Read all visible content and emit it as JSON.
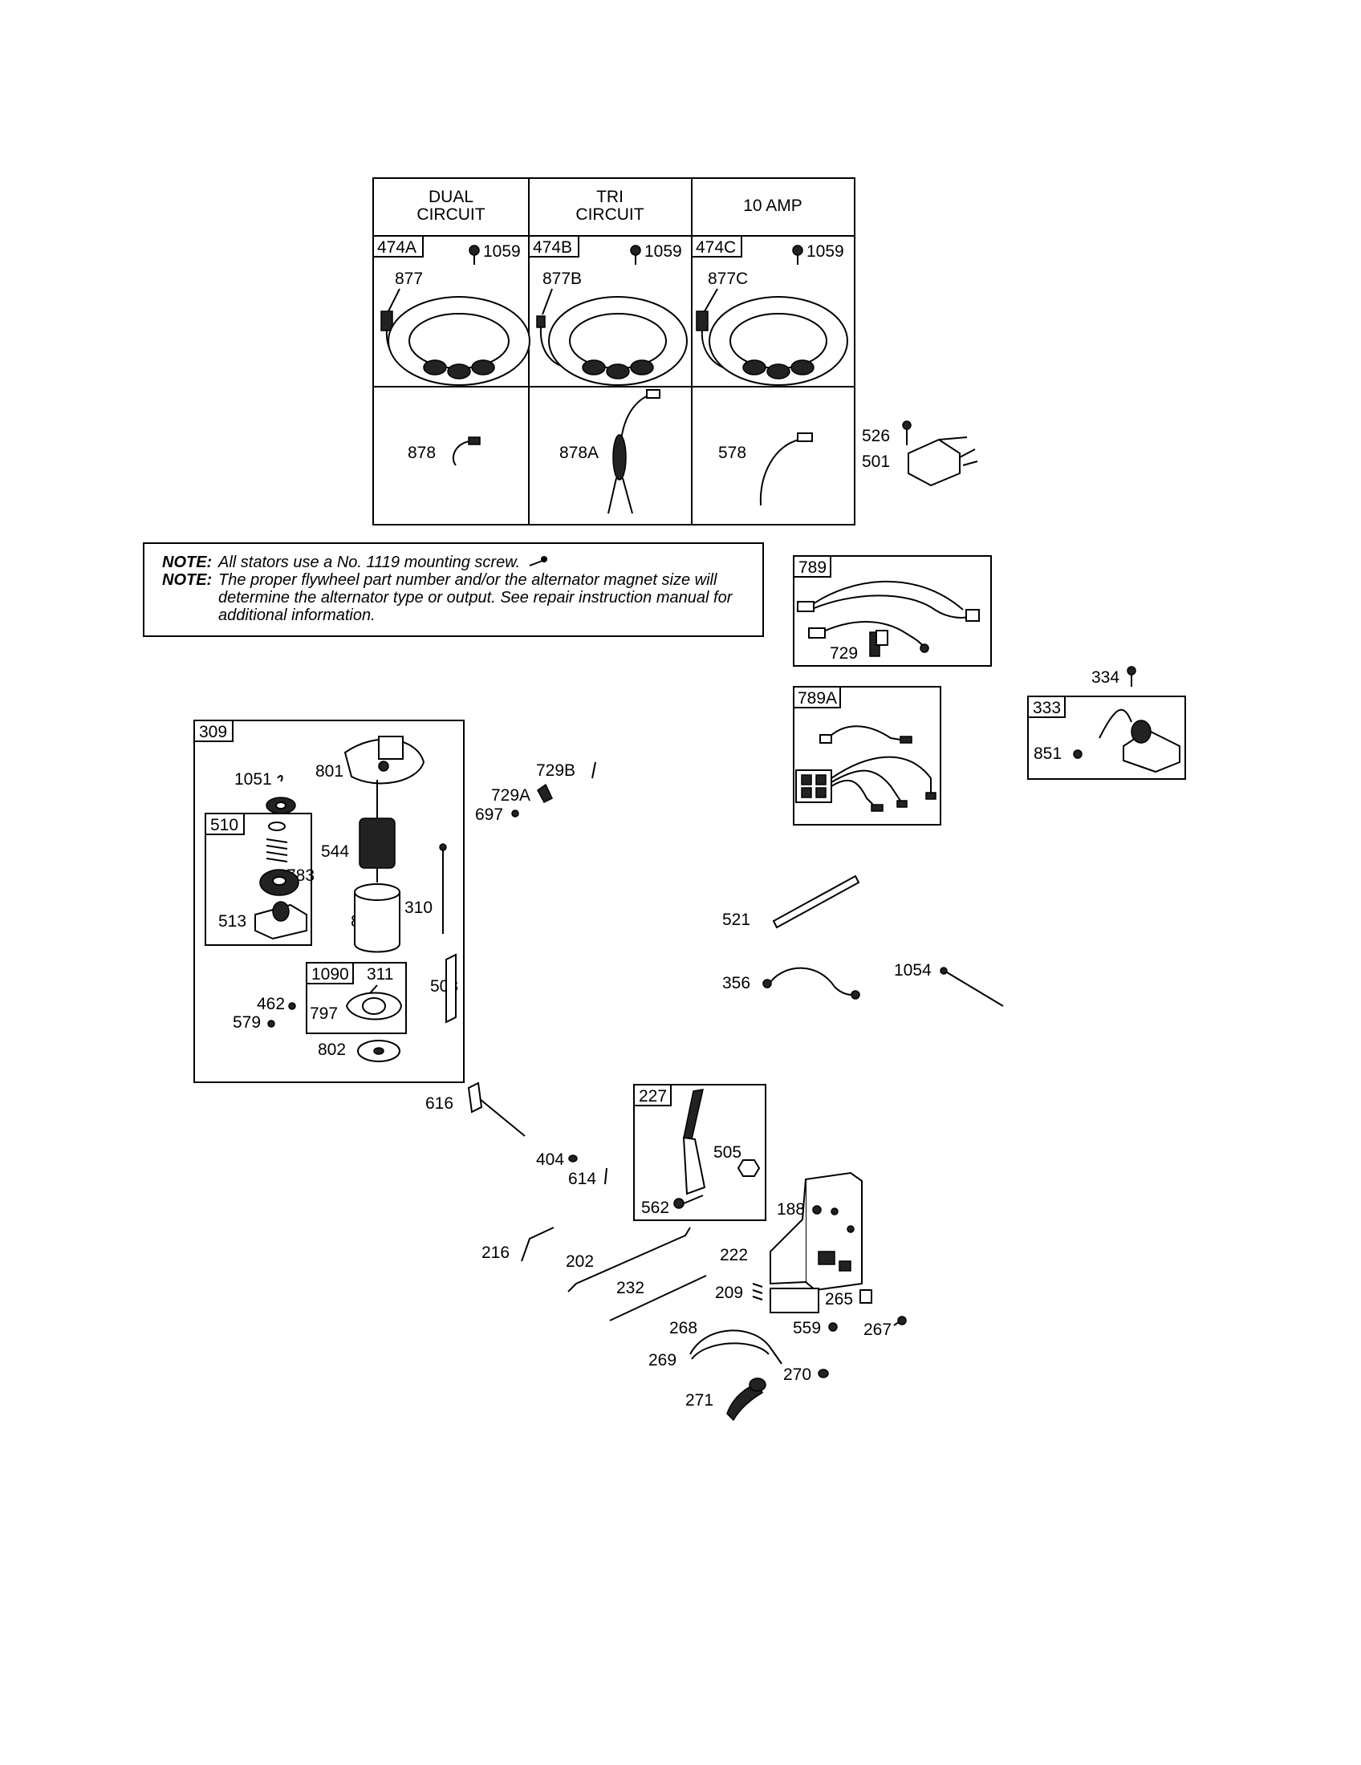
{
  "table": {
    "headers": [
      {
        "line1": "DUAL",
        "line2": "CIRCUIT"
      },
      {
        "line1": "TRI",
        "line2": "CIRCUIT"
      },
      {
        "line1": "10 AMP",
        "line2": ""
      }
    ],
    "stators": [
      {
        "box": "474A",
        "screw": "1059",
        "lead": "877"
      },
      {
        "box": "474B",
        "screw": "1059",
        "lead": "877B"
      },
      {
        "box": "474C",
        "screw": "1059",
        "lead": "877C"
      }
    ],
    "connectors": [
      "878",
      "878A",
      "578"
    ]
  },
  "notes": [
    {
      "key": "NOTE:",
      "text": "All stators use a No. 1119 mounting screw."
    },
    {
      "key": "NOTE:",
      "text": "The proper flywheel part number and/or the alternator magnet size will determine the alternator type or output. See repair instruction manual for additional information."
    }
  ],
  "boxes": {
    "b789": "789",
    "b789A": "789A",
    "b333": "333",
    "b309": "309",
    "b510": "510",
    "b1090": "1090",
    "b227": "227"
  },
  "parts": {
    "p526": "526",
    "p501": "501",
    "p729": "729",
    "p334": "334",
    "p851": "851",
    "p1051": "1051",
    "p801": "801",
    "p544": "544",
    "p783": "783",
    "p513": "513",
    "p803": "803",
    "p310": "310",
    "p311": "311",
    "p797": "797",
    "p503": "503",
    "p462": "462",
    "p579": "579",
    "p802": "802",
    "p729B": "729B",
    "p729A": "729A",
    "p697": "697",
    "p521": "521",
    "p356": "356",
    "p1054": "1054",
    "p616": "616",
    "p404": "404",
    "p614": "614",
    "p505": "505",
    "p562": "562",
    "p188": "188",
    "p216": "216",
    "p202": "202",
    "p222": "222",
    "p232": "232",
    "p209": "209",
    "p265": "265",
    "p559": "559",
    "p267": "267",
    "p268": "268",
    "p269": "269",
    "p270": "270",
    "p271": "271"
  }
}
